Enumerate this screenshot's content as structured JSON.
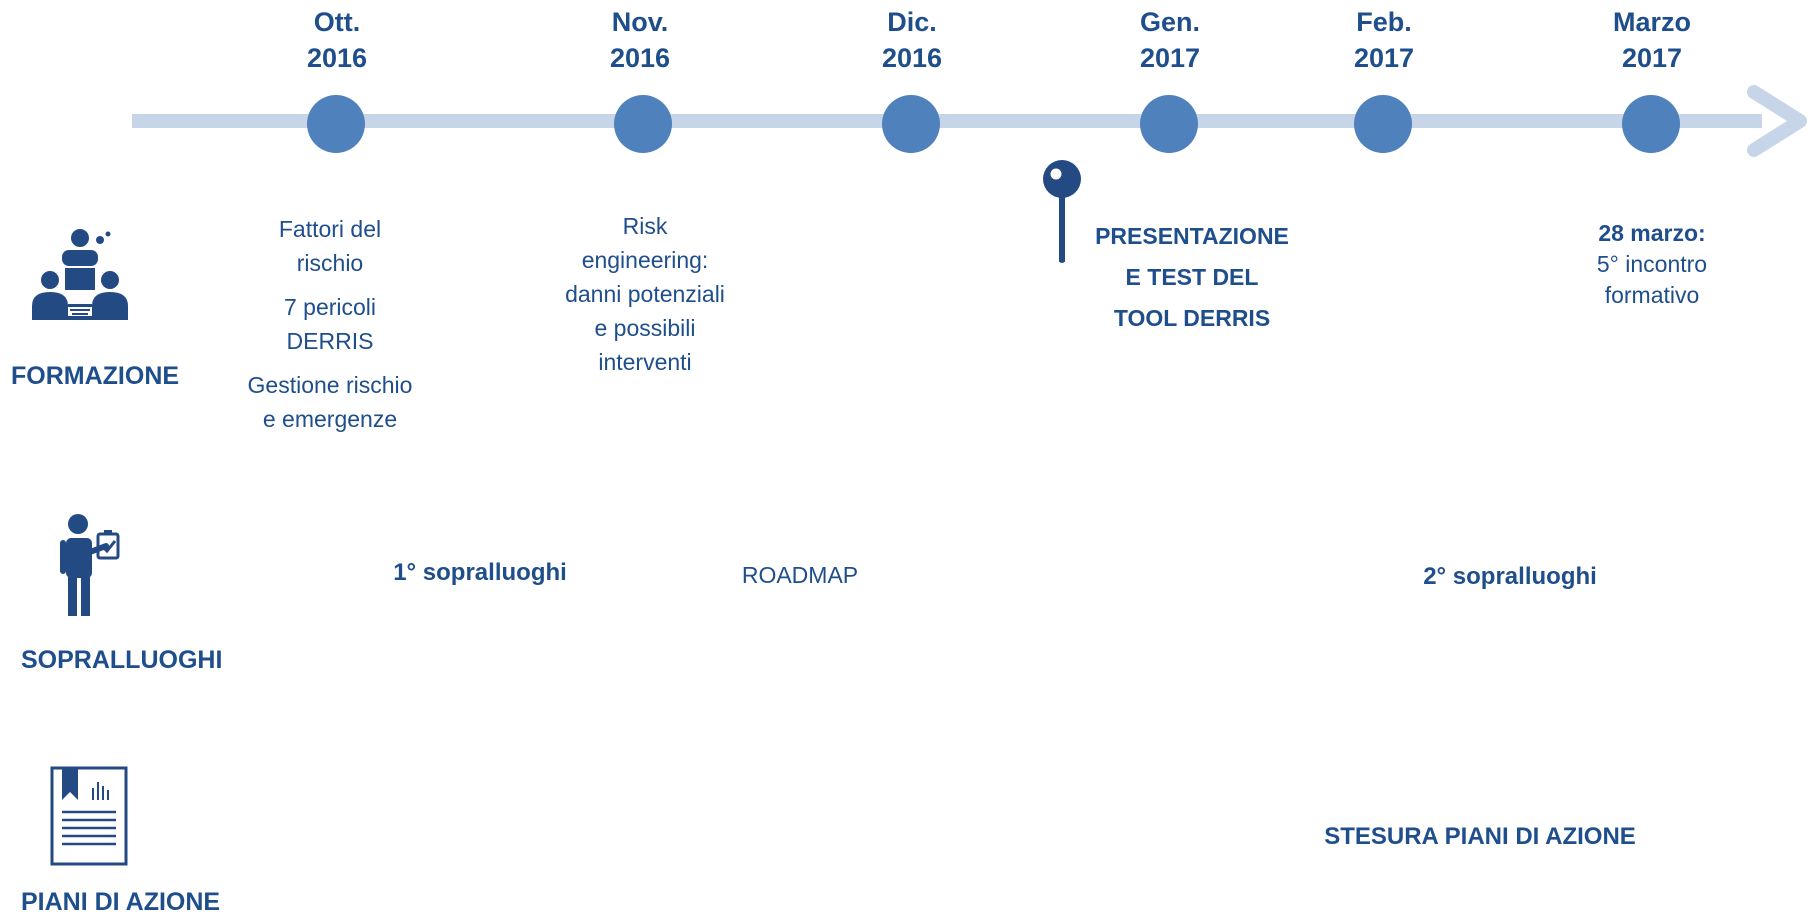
{
  "colors": {
    "line": "#c6d6e8",
    "node": "#4f81bd",
    "text": "#1f4e8c",
    "icon": "#244a84"
  },
  "months": [
    {
      "name": "Ott.",
      "year": "2016"
    },
    {
      "name": "Nov.",
      "year": "2016"
    },
    {
      "name": "Dic.",
      "year": "2016"
    },
    {
      "name": "Gen.",
      "year": "2017"
    },
    {
      "name": "Feb.",
      "year": "2017"
    },
    {
      "name": "Marzo",
      "year": "2017"
    }
  ],
  "categories": {
    "formazione": "FORMAZIONE",
    "sopralluoghi": "SOPRALLUOGHI",
    "piani": "PIANI DI AZIONE"
  },
  "formazione": {
    "ott": [
      "Fattori del",
      "rischio",
      "7 pericoli",
      "DERRIS",
      "Gestione rischio",
      "e emergenze"
    ],
    "nov": [
      "Risk",
      "engineering:",
      "danni potenziali",
      "e possibili",
      "interventi"
    ],
    "milestone": [
      "PRESENTAZIONE",
      "E TEST DEL",
      "TOOL DERRIS"
    ],
    "marzo": {
      "date": "28 marzo:",
      "lines": [
        "5° incontro",
        "formativo"
      ]
    }
  },
  "sopralluoghi": {
    "first": "1° sopralluoghi",
    "roadmap": "ROADMAP",
    "second": "2° sopralluoghi"
  },
  "piani": {
    "stesura": "STESURA PIANI DI AZIONE"
  }
}
